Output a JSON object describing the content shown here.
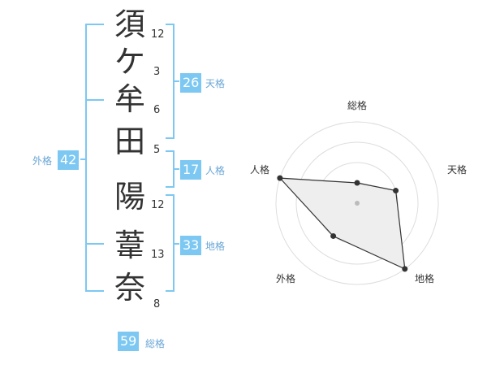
{
  "name": {
    "characters": [
      "須",
      "ケ",
      "牟",
      "田",
      "陽",
      "葦",
      "奈"
    ],
    "strokes": [
      "12",
      "3",
      "6",
      "5",
      "12",
      "13",
      "8"
    ]
  },
  "fortunes": {
    "tenkaku": {
      "value": "26",
      "label": "天格"
    },
    "jinkaku": {
      "value": "17",
      "label": "人格"
    },
    "chikaku": {
      "value": "33",
      "label": "地格"
    },
    "gaikaku": {
      "value": "42",
      "label": "外格"
    },
    "soukaku": {
      "value": "59",
      "label": "総格"
    }
  },
  "chart_data": {
    "type": "radar",
    "axes": [
      "総格",
      "天格",
      "地格",
      "外格",
      "人格"
    ],
    "values": [
      1,
      2,
      4,
      2,
      4
    ],
    "rmax": 4,
    "rings": 4,
    "grid": true
  },
  "colors": {
    "accent": "#7cc8f2",
    "bracket": "#7cc8f2",
    "label": "#6aa6d6",
    "text": "#333333",
    "grid": "#dddddd",
    "fill": "#eeeeee"
  }
}
